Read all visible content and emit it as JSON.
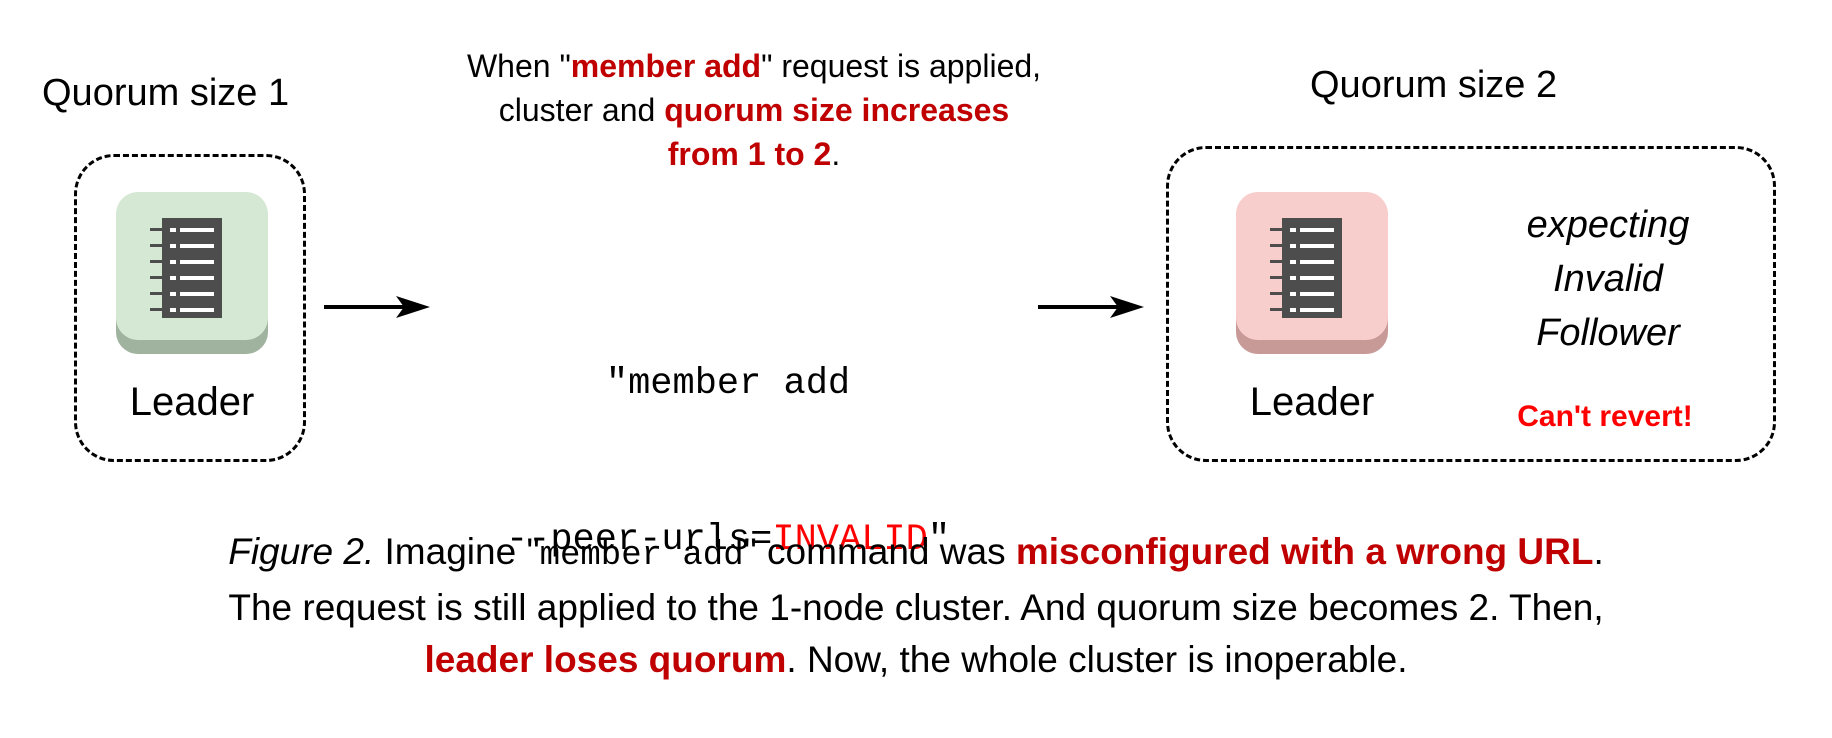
{
  "left": {
    "title": "Quorum size 1",
    "node_label": "Leader",
    "icon_color": "#d5e8d4",
    "icon_shadow": "#9fb39e"
  },
  "middle": {
    "annotation": {
      "line1_pre": "When \"",
      "line1_bold": "member add",
      "line1_post": "\" request is applied,",
      "line2_pre": "cluster and ",
      "line2_bold": "quorum size increases",
      "line3_bold": "from 1 to 2",
      "line3_post": "."
    },
    "command": {
      "line1": "\"member add",
      "line2_pre": "--peer-urls=",
      "line2_red": "INVALID",
      "line2_post": "\""
    }
  },
  "right": {
    "title": "Quorum size 2",
    "node_label": "Leader",
    "icon_color": "#f8cecc",
    "icon_shadow": "#c79a98",
    "expecting": [
      "expecting",
      "Invalid",
      "Follower"
    ],
    "warning": "Can't revert!"
  },
  "caption": {
    "line1": {
      "figure_label": "Figure 2.",
      "pre": " Imagine \"",
      "code": "member add",
      "mid": "\" command was ",
      "bold": "misconfigured with a wrong URL",
      "post": "."
    },
    "line2": "The request is still applied to the 1-node cluster. And quorum size becomes 2. Then,",
    "line3": {
      "bold": "leader loses quorum",
      "post": ". Now, the whole cluster is inoperable."
    }
  },
  "colors": {
    "accent_red": "#c00000",
    "invalid_red": "#ff0000",
    "icon_dark": "#4d4d4d"
  }
}
